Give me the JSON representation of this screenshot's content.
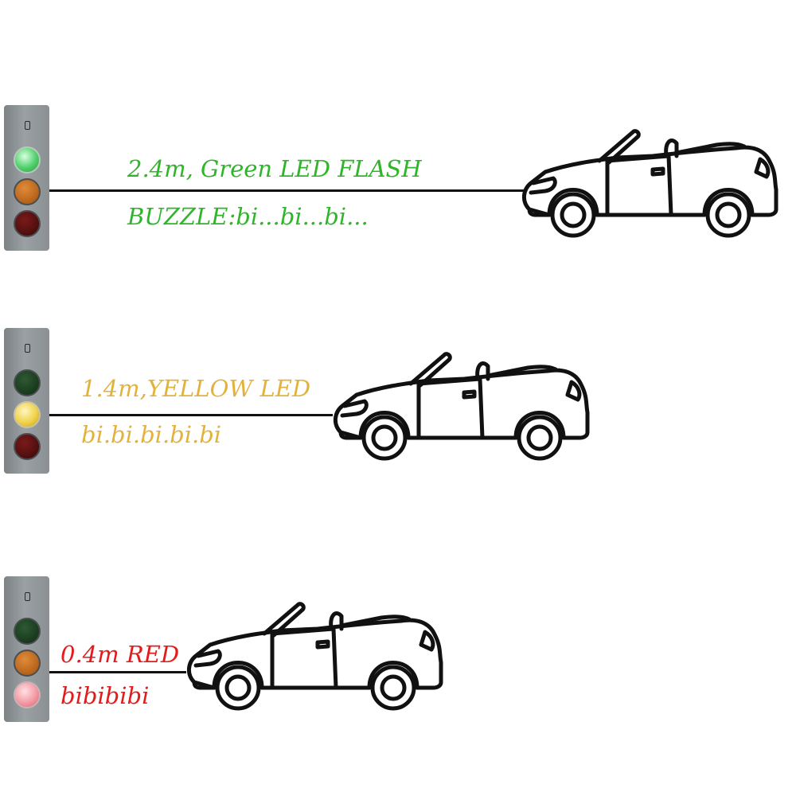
{
  "colors": {
    "green_text": "#2fb52a",
    "yellow_text": "#e3b23c",
    "red_text": "#e31b1b"
  },
  "stages": [
    {
      "distance_text": "2.4m, Green LED FLASH",
      "sound_text": "BUZZLE:bi...bi...bi...",
      "active_lamp": "green"
    },
    {
      "distance_text": "1.4m,YELLOW LED",
      "sound_text": "bi.bi.bi.bi.bi",
      "active_lamp": "yellow"
    },
    {
      "distance_text": "0.4m RED",
      "sound_text": "bibibibi",
      "active_lamp": "red"
    }
  ]
}
